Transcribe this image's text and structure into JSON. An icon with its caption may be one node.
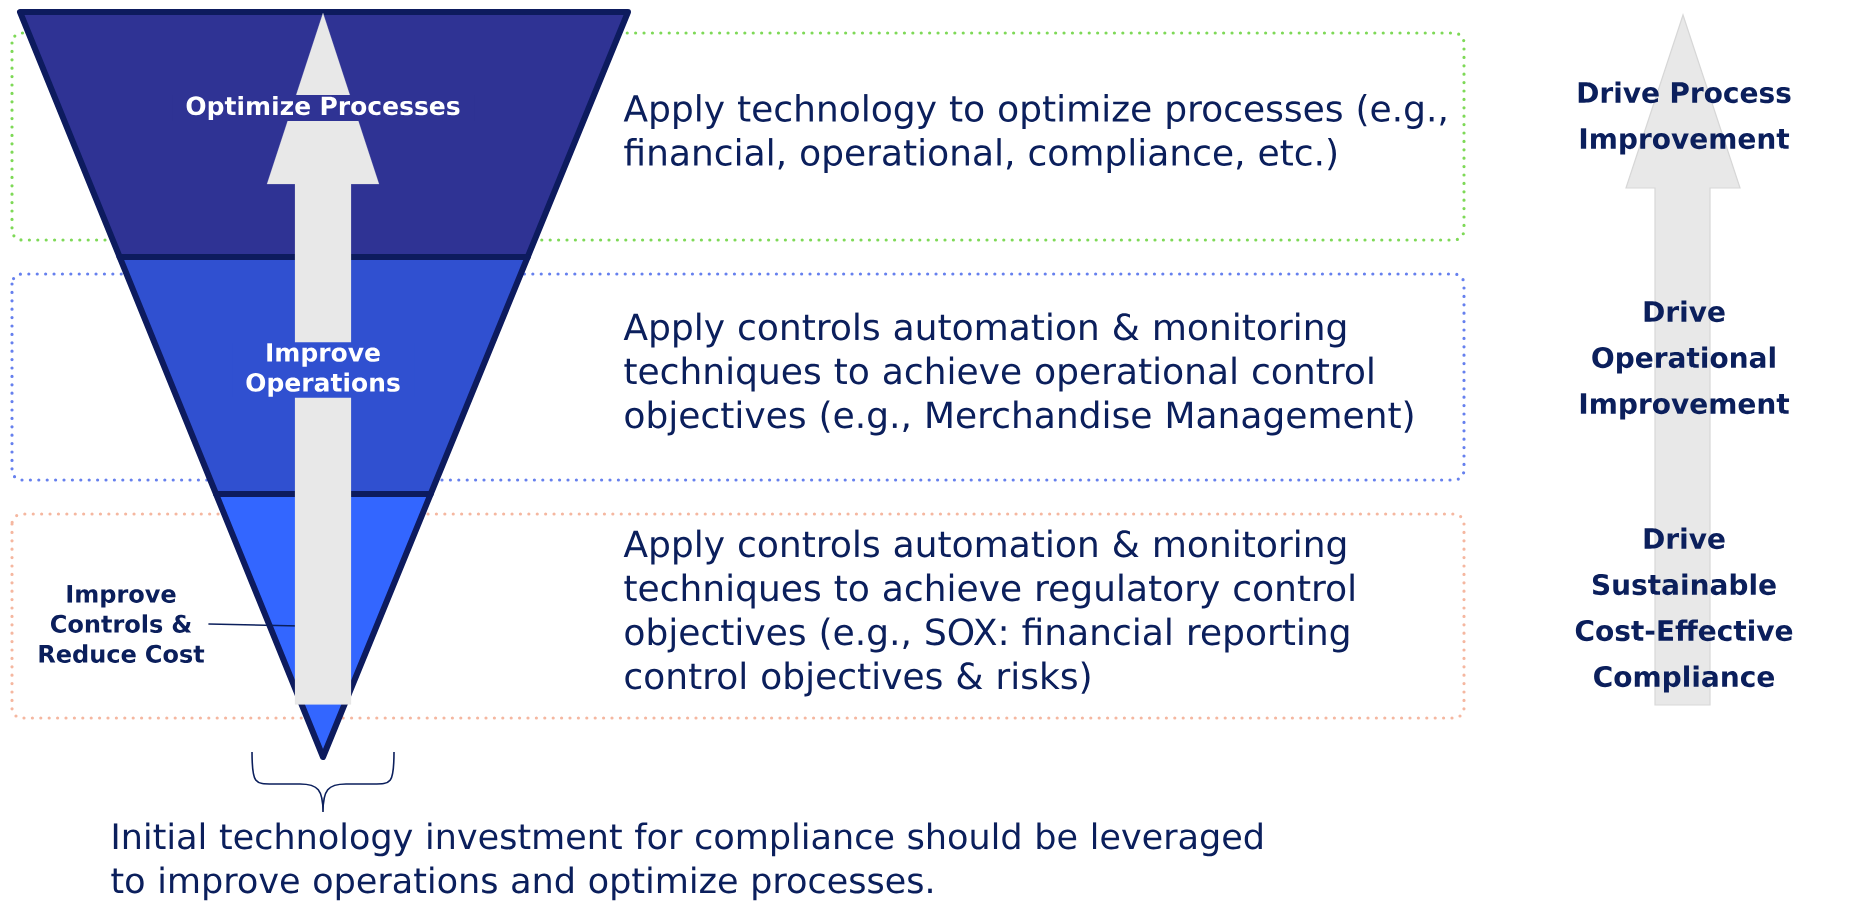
{
  "diagram": {
    "nodes": [
      {
        "text": [
          "Apply technology to optimize processes (e.g., financial, operational, compliance, etc.)"
        ]
      },
      {
        "text": [
          "Apply controls automation & monitoring techniques to achieve operational control objectives (e.g., Merchandise Management)"
        ]
      },
      {
        "text": [
          "Apply controls automation & monitoring techniques to achieve regulatory control objectives (e.g., SOX: financial reporting control objectives & risks)"
        ]
      },
      {
        "text": [
          "Optimize Processes"
        ]
      },
      {
        "text": [
          "Improve Operations"
        ]
      },
      {
        "text": [],
        "shape": "triangle"
      },
      {
        "text": [
          "Improve Controls & Reduce Cost"
        ],
        "in": 2
      }
    ],
    "edges": [
      {
        "from": 6,
        "to": 5,
        "arrow": "none"
      },
      {
        "from": 5,
        "to": 3,
        "arrow": "to",
        "style": "thick",
        "color": "#e8e8e8"
      }
    ],
    "labels": [
      "Drive Process Improvement",
      "Drive Operational Improvement",
      "Drive Sustainable Cost-Effective Compliance",
      "Initial technology investment for compliance should be leveraged to improve operations and optimize processes."
    ]
  }
}
